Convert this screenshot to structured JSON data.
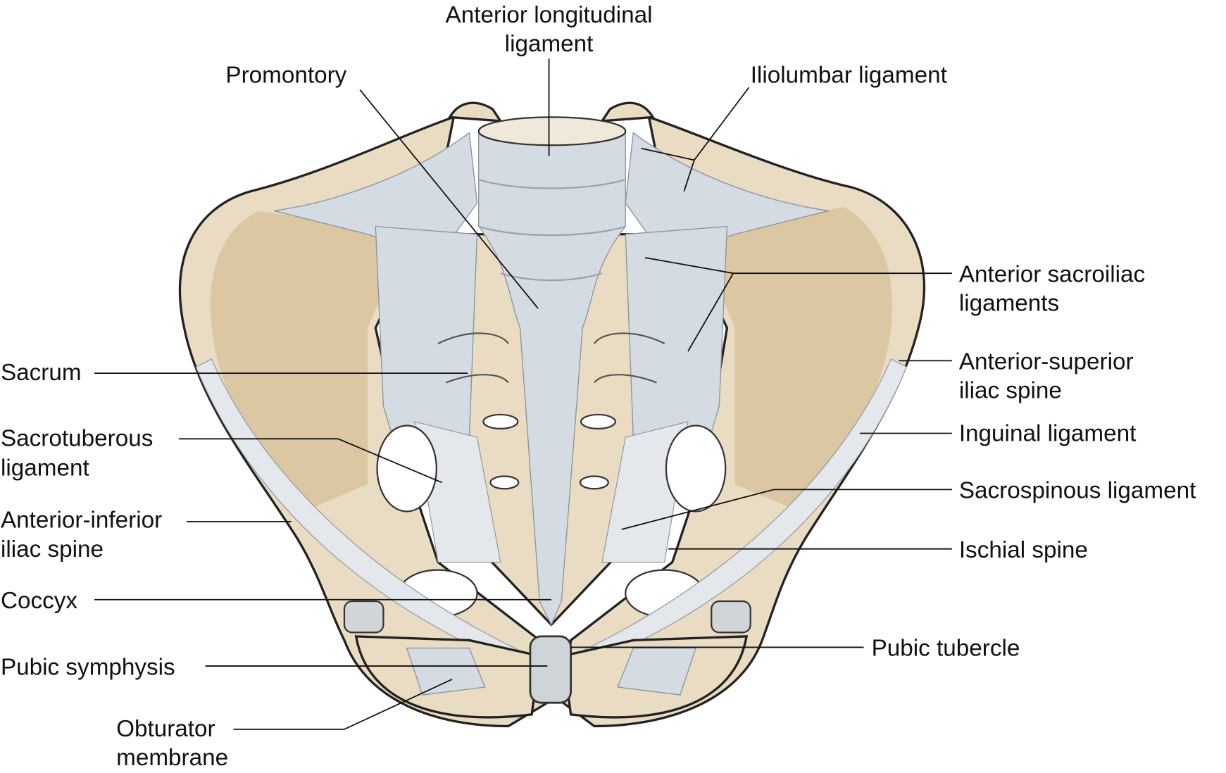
{
  "title": "Pelvis ligaments, anterior view",
  "labels": {
    "anterior_longitudinal": [
      "Anterior longitudinal",
      "ligament"
    ],
    "promontory": "Promontory",
    "iliolumbar": "Iliolumbar ligament",
    "anterior_sacroiliac": [
      "Anterior sacroiliac",
      "ligaments"
    ],
    "anterior_superior_iliac_spine": [
      "Anterior-superior",
      "iliac spine"
    ],
    "sacrum": "Sacrum",
    "sacrotuberous": [
      "Sacrotuberous",
      "ligament"
    ],
    "anterior_inferior_iliac_spine": [
      "Anterior-inferior",
      "iliac spine"
    ],
    "inguinal": "Inguinal ligament",
    "sacrospinous": "Sacrospinous ligament",
    "ischial_spine": "Ischial spine",
    "coccyx": "Coccyx",
    "pubic_tubercle": "Pubic tubercle",
    "pubic_symphysis": "Pubic symphysis",
    "obturator_membrane": [
      "Obturator",
      "membrane"
    ]
  },
  "colors": {
    "bone": "#e9dcc2",
    "ligament": "#d5dbe2",
    "outline": "#222222"
  }
}
